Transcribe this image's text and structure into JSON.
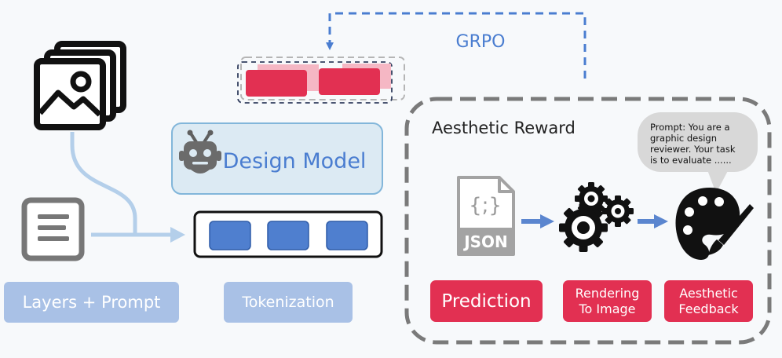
{
  "labels": {
    "grpo": "GRPO",
    "aesthetic_reward": "Aesthetic Reward",
    "design_model": "Design Model",
    "layers_prompt": "Layers + Prompt",
    "tokenization": "Tokenization",
    "prediction": "Prediction",
    "rendering_line1": "Rendering",
    "rendering_line2": "To Image",
    "feedback_line1": "Aesthetic",
    "feedback_line2": "Feedback",
    "json_badge": "JSON",
    "json_braces": "{;}",
    "speech_line1": "Prompt: You are a",
    "speech_line2": "graphic design",
    "speech_line3": "reviewer. Your task",
    "speech_line4": "is to evaluate ......"
  },
  "icons": {
    "images": "image-stack-icon",
    "document": "document-icon",
    "robot": "robot-icon",
    "json_file": "json-file-icon",
    "gears": "gears-icon",
    "palette": "palette-icon",
    "speech": "speech-bubble"
  },
  "colors": {
    "red": "#e23052",
    "pink": "#f5b7c4",
    "token_blue": "#4f7fcf",
    "light_blue": "#a9c1e6",
    "model_bg": "#dceaf3",
    "model_border": "#82b6da",
    "arrow_blue": "#5b86cf",
    "connector_blue": "#b4cfea",
    "grpo_dash": "#4a7dd0",
    "reward_dash": "#7a7a7a"
  }
}
